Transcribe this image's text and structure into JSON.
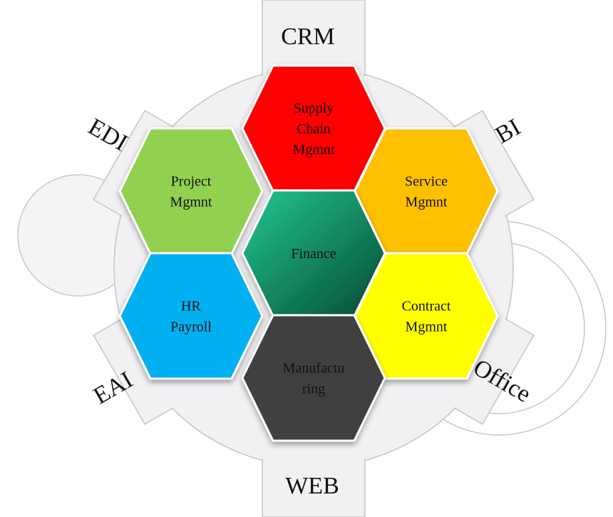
{
  "spokes": [
    {
      "id": "crm",
      "label": "CRM"
    },
    {
      "id": "bi",
      "label": "BI"
    },
    {
      "id": "office",
      "label": "Office"
    },
    {
      "id": "web",
      "label": "WEB"
    },
    {
      "id": "eai",
      "label": "EAI"
    },
    {
      "id": "edi",
      "label": "EDI"
    }
  ],
  "modules": [
    {
      "id": "supply-chain",
      "lines": [
        "Supply",
        "Chain",
        "Mgmnt"
      ],
      "color": "#ff0000",
      "text_color": "#111111"
    },
    {
      "id": "project",
      "lines": [
        "Project",
        "Mgmnt"
      ],
      "color": "#92d050",
      "text_color": "#111111"
    },
    {
      "id": "service",
      "lines": [
        "Service",
        "Mgmnt"
      ],
      "color": "#ffc000",
      "text_color": "#111111"
    },
    {
      "id": "finance",
      "lines": [
        "Finance"
      ],
      "color": "#12b07a",
      "text_color": "#111111"
    },
    {
      "id": "hr-payroll",
      "lines": [
        "HR",
        "Payroll"
      ],
      "color": "#00b0f0",
      "text_color": "#111111"
    },
    {
      "id": "contract",
      "lines": [
        "Contract",
        "Mgmnt"
      ],
      "color": "#ffff00",
      "text_color": "#111111"
    },
    {
      "id": "manufacturing",
      "lines": [
        "Manufactu",
        "ring"
      ],
      "color": "#404040",
      "text_color": "#111111"
    }
  ]
}
